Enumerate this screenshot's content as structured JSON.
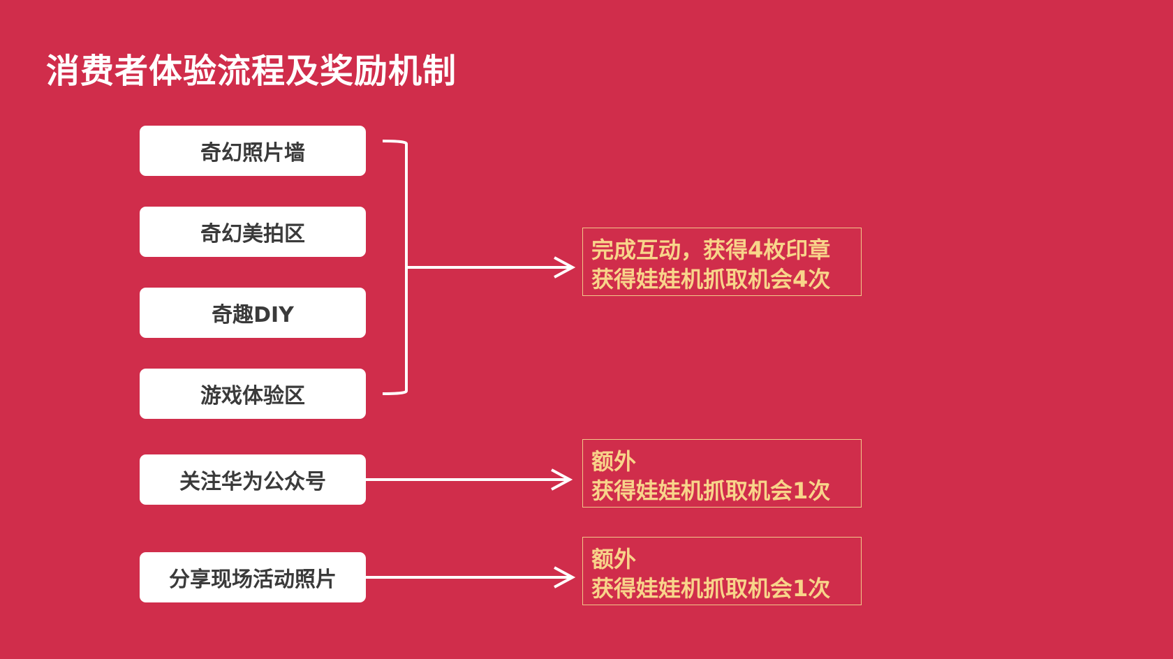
{
  "title": "消费者体验流程及奖励机制",
  "steps": [
    {
      "label": "奇幻照片墙"
    },
    {
      "label": "奇幻美拍区"
    },
    {
      "label": "奇趣DIY"
    },
    {
      "label": "游戏体验区"
    },
    {
      "label": "关注华为公众号"
    },
    {
      "label": "分享现场活动照片"
    }
  ],
  "rewards": [
    {
      "line1": "完成互动，获得4枚印章",
      "line2": "获得娃娃机抓取机会4次"
    },
    {
      "line1": "额外",
      "line2": "获得娃娃机抓取机会1次"
    },
    {
      "line1": "额外",
      "line2": "获得娃娃机抓取机会1次"
    }
  ],
  "colors": {
    "background": "#d02d4b",
    "node_fill": "#ffffff",
    "node_text": "#3a3a3a",
    "reward_text": "#f8d48a",
    "reward_border": "#f2c98a",
    "connector": "#ffffff"
  }
}
